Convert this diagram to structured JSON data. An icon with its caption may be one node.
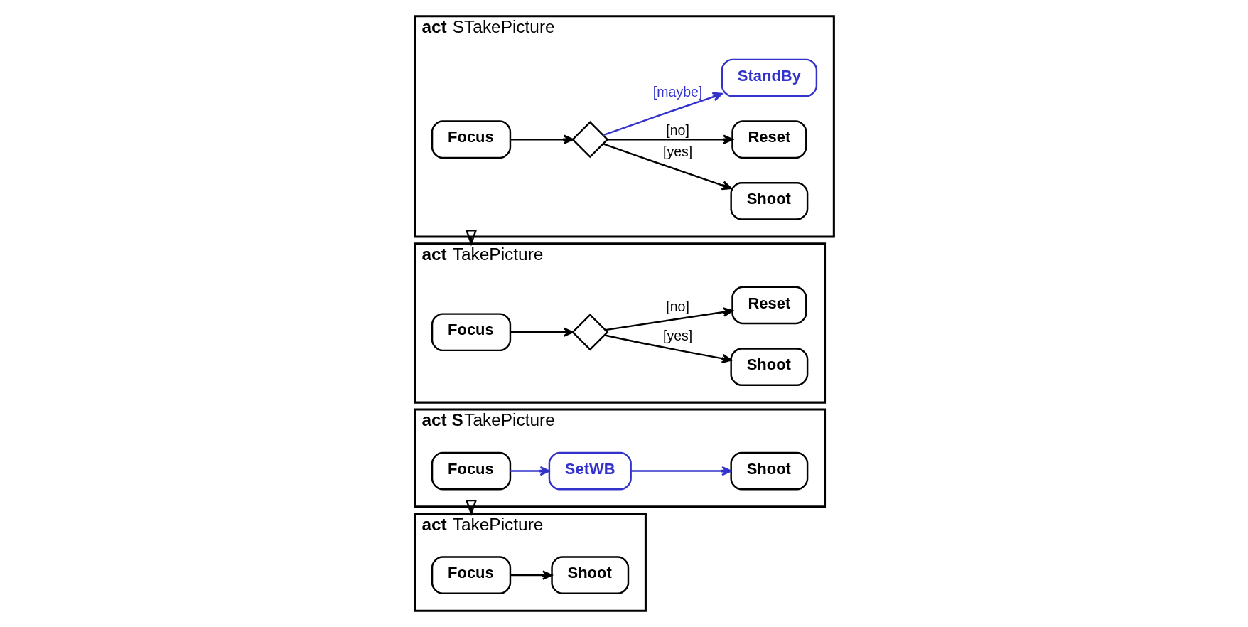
{
  "diagram": {
    "nodes": [
      {
        "text": [
          "**act** TakePicture"
        ]
      },
      {
        "text": [
          "Focus"
        ],
        "in": 0
      },
      {
        "text": [
          "Shoot"
        ],
        "in": 0
      },
      {
        "text": [
          "**act S**TakePicture"
        ]
      },
      {
        "text": [
          "Focus"
        ],
        "in": 3
      },
      {
        "text": [
          "SetWB"
        ],
        "in": 3
      },
      {
        "text": [
          "Shoot"
        ],
        "in": 3
      },
      {
        "text": [
          "**act** TakePicture"
        ]
      },
      {
        "text": [
          "Focus"
        ],
        "in": 7
      },
      {
        "text": [],
        "shape": "diamond",
        "in": 7
      },
      {
        "text": [
          "Shoot"
        ],
        "in": 7
      },
      {
        "text": [
          "Reset"
        ],
        "in": 7
      },
      {
        "text": [
          "**act** STakePicture"
        ]
      },
      {
        "text": [
          "Focus"
        ],
        "in": 12
      },
      {
        "text": [],
        "shape": "diamond",
        "in": 12
      },
      {
        "text": [
          "Shoot"
        ],
        "in": 12
      },
      {
        "text": [
          "Reset"
        ],
        "in": 12
      },
      {
        "text": [
          "StandBy"
        ],
        "in": 12
      }
    ],
    "edges": [
      {
        "from": 1,
        "to": 2,
        "arrow": "to"
      },
      {
        "from": 3,
        "to": 0,
        "arrow": "to"
      },
      {
        "from": 4,
        "to": 5,
        "arrow": "to",
        "color": "#3333cc"
      },
      {
        "from": 5,
        "to": 6,
        "arrow": "to",
        "color": "#3333cc"
      },
      {
        "from": 8,
        "to": 9,
        "arrow": "to"
      },
      {
        "from": 9,
        "to": 10,
        "arrow": "to",
        "label": "[yes]"
      },
      {
        "from": 9,
        "to": 11,
        "arrow": "to",
        "label": "[no]"
      },
      {
        "from": 12,
        "to": 7,
        "arrow": "to"
      },
      {
        "from": 13,
        "to": 14,
        "arrow": "to"
      },
      {
        "from": 14,
        "to": 15,
        "arrow": "to",
        "label": "[yes]"
      },
      {
        "from": 14,
        "to": 16,
        "arrow": "to",
        "label": "[no]"
      },
      {
        "from": 14,
        "to": 17,
        "arrow": "to",
        "label": "[maybe]",
        "color": "#3333cc"
      }
    ]
  }
}
